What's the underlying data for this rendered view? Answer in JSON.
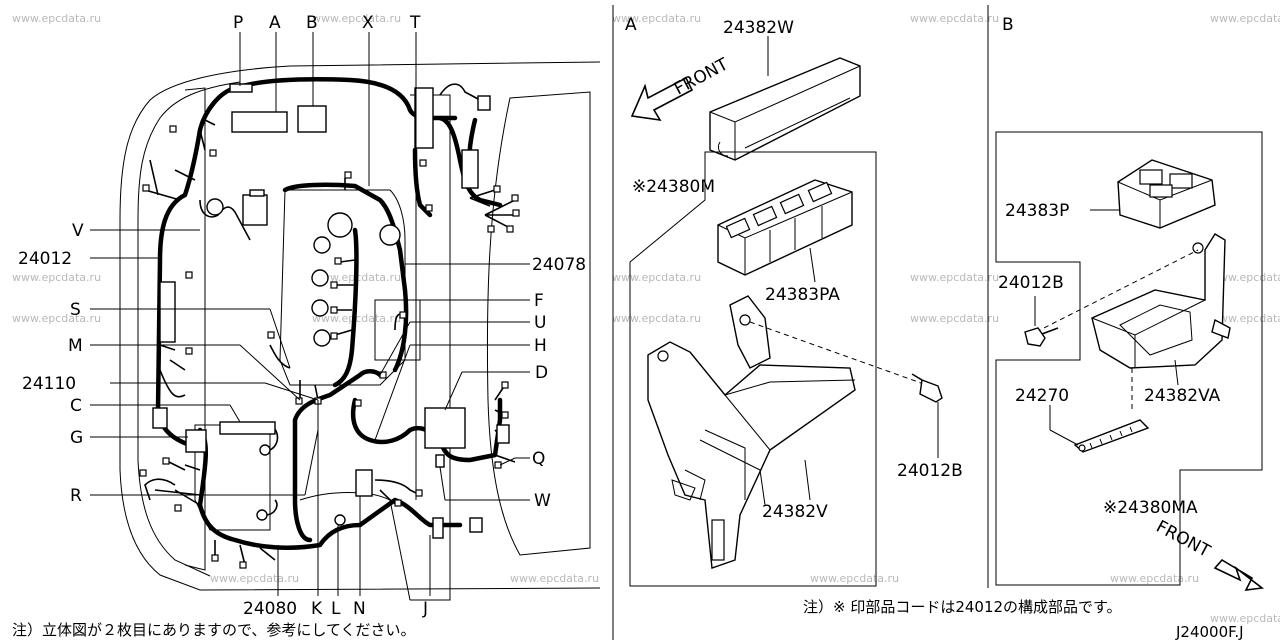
{
  "watermark_text": "www.epcdata.ru",
  "panel_left": {
    "callouts": {
      "P": "P",
      "A": "A",
      "B": "B",
      "X": "X",
      "T": "T",
      "V": "V",
      "p24012": "24012",
      "p24078": "24078",
      "S": "S",
      "F": "F",
      "U": "U",
      "M": "M",
      "H": "H",
      "p24110": "24110",
      "D": "D",
      "C": "C",
      "G": "G",
      "Q": "Q",
      "R": "R",
      "W": "W",
      "p24080": "24080",
      "K": "K",
      "L": "L",
      "N": "N",
      "J": "J"
    },
    "footnote": "注）立体図が２枚目にありますので、参考にしてください。"
  },
  "panel_a": {
    "heading": "A",
    "front_label": "FRONT",
    "callouts": {
      "p24382W": "24382W",
      "p24380M": "※24380M",
      "p24383PA": "24383PA",
      "p24382V": "24382V",
      "p24012B": "24012B"
    }
  },
  "panel_b": {
    "heading": "B",
    "front_label": "FRONT",
    "callouts": {
      "p24383P": "24383P",
      "p24012B": "24012B",
      "p24270": "24270",
      "p24382VA": "24382VA",
      "p24380MA": "※24380MA"
    }
  },
  "note_kit": "注）※ 印部品コードは24012の構成部品です。",
  "diagram_code": "J24000F.J"
}
